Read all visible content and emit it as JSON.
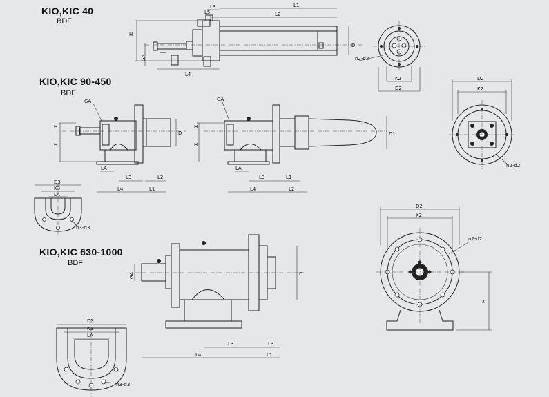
{
  "sections": [
    {
      "title": "KIO,KIC 40",
      "subtitle": "BDF"
    },
    {
      "title": "KIO,KIC 90-450",
      "subtitle": "BDF"
    },
    {
      "title": "KIO,KIC 630-1000",
      "subtitle": "BDF"
    }
  ],
  "labels": {
    "L1": "L1",
    "L2": "L2",
    "L3": "L3",
    "L4": "L4",
    "L5": "L5",
    "H": "H",
    "D": "D",
    "D1": "D1",
    "D2": "D2",
    "D3": "D3",
    "K2": "K2",
    "K3": "K3",
    "LA": "LA",
    "GA": "GA",
    "n2d2": "n2-d2",
    "n3d3": "n3-d3"
  }
}
